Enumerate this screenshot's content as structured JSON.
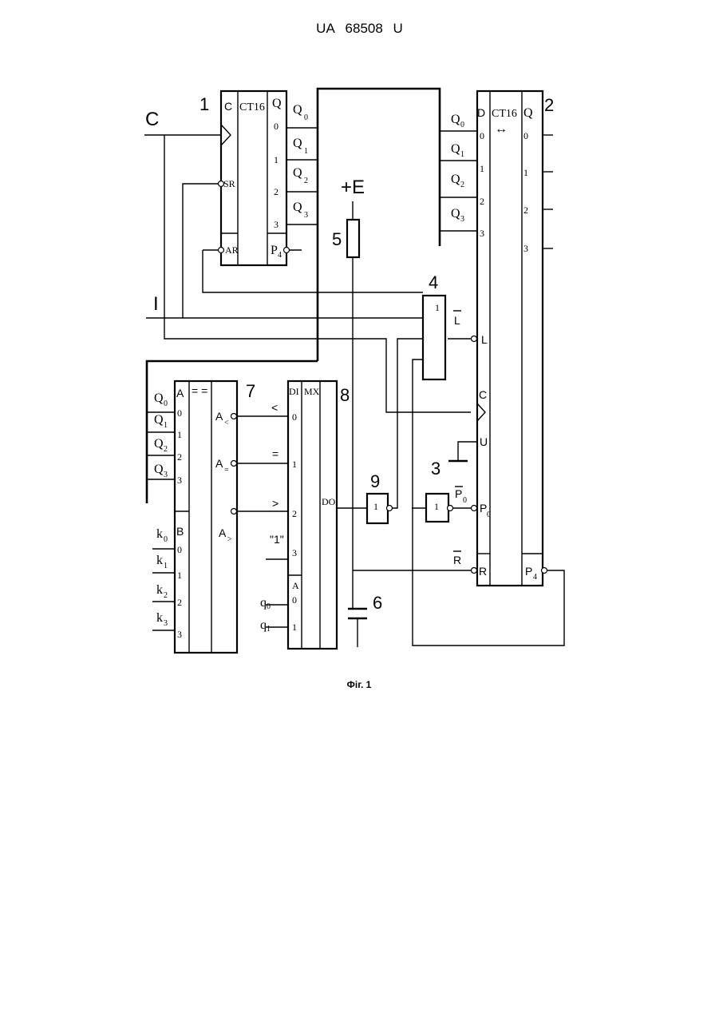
{
  "header": {
    "left": "UA",
    "number": "68508",
    "right": "U"
  },
  "caption": "Фіг. 1",
  "signals": {
    "clock": "C",
    "input": "I",
    "plus_e": "+E"
  },
  "elements": {
    "n1": "1",
    "n2": "2",
    "n3": "3",
    "n4": "4",
    "n5": "5",
    "n6": "6",
    "n7": "7",
    "n8": "8",
    "n9": "9"
  },
  "counter1": {
    "pins": [
      "C",
      "SR",
      "AR"
    ],
    "title": "CT16",
    "q_header": "Q",
    "q_nums": [
      "0",
      "1",
      "2",
      "3"
    ],
    "carry": "P",
    "carry_sub": "4",
    "outputs": [
      "Q",
      "Q",
      "Q",
      "Q"
    ],
    "output_subs": [
      "0",
      "1",
      "2",
      "3"
    ]
  },
  "counter2": {
    "d_header": "D",
    "d_nums": [
      "0",
      "1",
      "2",
      "3"
    ],
    "title": "CT16",
    "arrow": "↔",
    "q_header": "Q",
    "q_nums": [
      "0",
      "1",
      "2",
      "3"
    ],
    "inputs": [
      "Q",
      "Q",
      "Q",
      "Q"
    ],
    "input_subs": [
      "0",
      "1",
      "2",
      "3"
    ],
    "pins": [
      "L",
      "C",
      "U",
      "P",
      "R"
    ],
    "p0_sub": "0",
    "carry": "P",
    "carry_sub": "4"
  },
  "gate4": {
    "label": "1",
    "out": "L"
  },
  "gate3": {
    "label": "1",
    "out": "P",
    "out_sub": "0"
  },
  "gate9": {
    "label": "1"
  },
  "reset_label": "R",
  "comparator": {
    "a_header": "A",
    "b_header": "B",
    "eq_header": "= =",
    "a_nums": [
      "0",
      "1",
      "2",
      "3"
    ],
    "b_nums": [
      "0",
      "1",
      "2",
      "3"
    ],
    "inputs_q": [
      "Q",
      "Q",
      "Q",
      "Q"
    ],
    "q_subs": [
      "0",
      "1",
      "2",
      "3"
    ],
    "inputs_k": [
      "k",
      "k",
      "k",
      "k"
    ],
    "k_subs": [
      "0",
      "1",
      "2",
      "3"
    ],
    "outputs": [
      "A",
      "A",
      "A"
    ],
    "output_subs": [
      "<",
      "=",
      ">"
    ]
  },
  "mux": {
    "di": "DI",
    "mx": "MX",
    "do": "DO",
    "a": "A",
    "di_nums": [
      "0",
      "1",
      "2",
      "3"
    ],
    "a_nums": [
      "0",
      "1"
    ],
    "wire_labels": [
      "<",
      "=",
      ">",
      "\"1\""
    ],
    "addr": [
      "q",
      "q"
    ],
    "addr_subs": [
      "0",
      "1"
    ]
  }
}
